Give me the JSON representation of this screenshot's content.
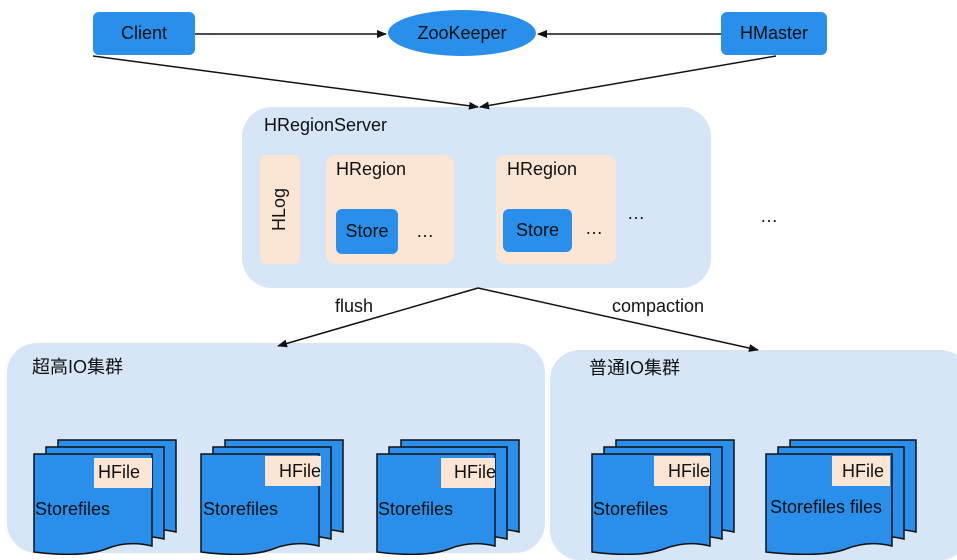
{
  "top": {
    "client": "Client",
    "zookeeper": "ZooKeeper",
    "hmaster": "HMaster"
  },
  "server": {
    "title": "HRegionServer",
    "hlog": "HLog",
    "regions": [
      {
        "title": "HRegion",
        "store": "Store",
        "more": "…"
      },
      {
        "title": "HRegion",
        "store": "Store",
        "more": "…"
      }
    ],
    "more_regions": "…",
    "more_right": "…"
  },
  "edges": {
    "flush": "flush",
    "compaction": "compaction"
  },
  "clusters": [
    {
      "title": "超高IO集群",
      "stacks": [
        {
          "hfile": "HFile",
          "label": "Storefiles"
        },
        {
          "hfile": "HFile",
          "label": "Storefiles"
        },
        {
          "hfile": "HFile",
          "label": "Storefiles"
        }
      ]
    },
    {
      "title": "普通IO集群",
      "stacks": [
        {
          "hfile": "HFile",
          "label": "Storefiles"
        },
        {
          "hfile": "HFile",
          "label": "Storefiles files"
        }
      ]
    }
  ],
  "colors": {
    "box_blue": "#2a8fea",
    "panel_blue": "#d6e6f7",
    "region_peach": "#fbe6d6"
  }
}
